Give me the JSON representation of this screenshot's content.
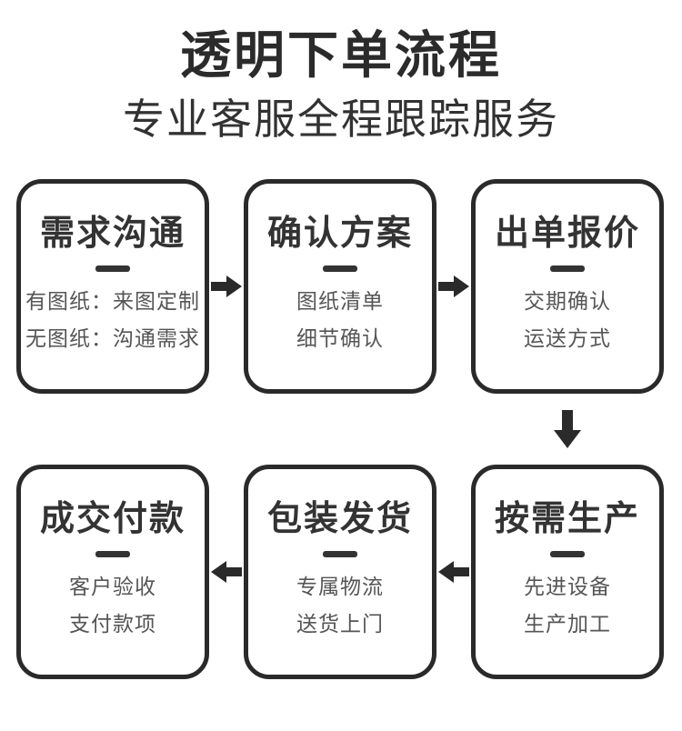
{
  "header": {
    "title": "透明下单流程",
    "subtitle": "专业客服全程跟踪服务"
  },
  "steps": [
    {
      "title": "需求沟通",
      "lines": [
        "有图纸：来图定制",
        "无图纸：沟通需求"
      ]
    },
    {
      "title": "确认方案",
      "lines": [
        "图纸清单",
        "细节确认"
      ]
    },
    {
      "title": "出单报价",
      "lines": [
        "交期确认",
        "运送方式"
      ]
    },
    {
      "title": "按需生产",
      "lines": [
        "先进设备",
        "生产加工"
      ]
    },
    {
      "title": "包装发货",
      "lines": [
        "专属物流",
        "送货上门"
      ]
    },
    {
      "title": "成交付款",
      "lines": [
        "客户验收",
        "支付款项"
      ]
    }
  ],
  "flow_direction": {
    "top_row": "left-to-right",
    "bottom_row": "right-to-left"
  },
  "colors": {
    "background": "#ffffff",
    "ink": "#2b2b2b",
    "box_border": "#2a2a2a",
    "step_title": "#333333",
    "step_subtext": "#555555",
    "arrow": "#2a2a2a"
  }
}
